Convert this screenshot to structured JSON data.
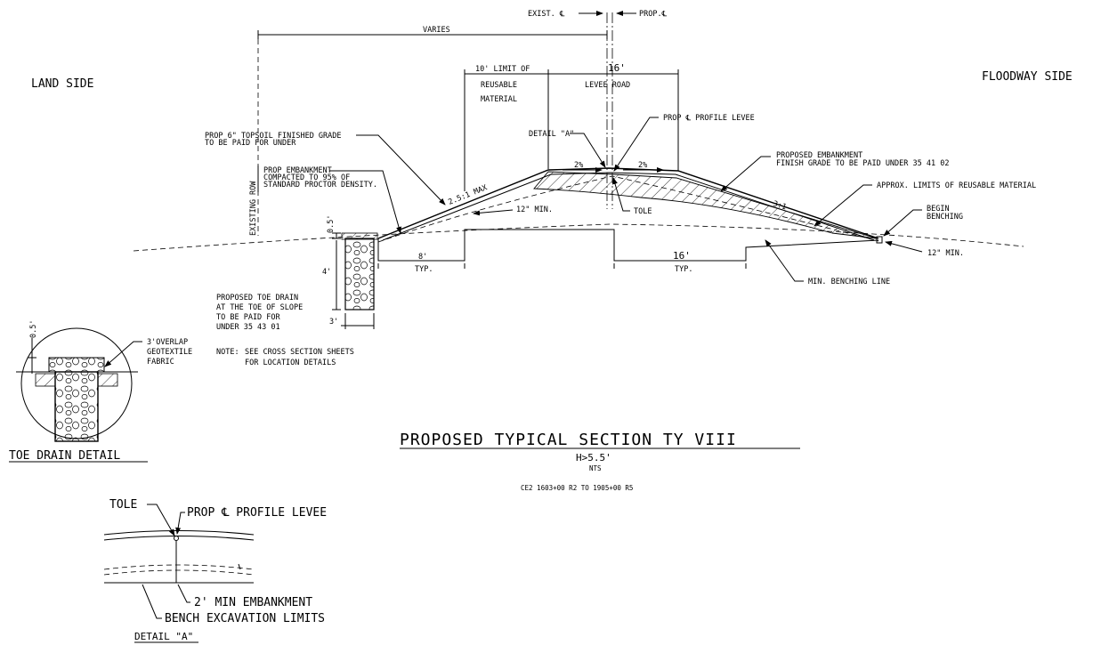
{
  "labels": {
    "land_side": "LAND SIDE",
    "floodway_side": "FLOODWAY SIDE",
    "exist_cl": "EXIST. ℄",
    "prop_cl": "PROP.℄",
    "varies": "VARIES",
    "limit_reusable_1": "10' LIMIT OF",
    "limit_reusable_2": "REUSABLE",
    "limit_reusable_3": "MATERIAL",
    "road_width": "16'",
    "levee_road": "LEVEE ROAD",
    "prop_profile_levee": "PROP ℄ PROFILE LEVEE",
    "detail_a_callout": "DETAIL \"A\"",
    "topsoil_1": "PROP 6\" TOPSOIL FINISHED GRADE",
    "topsoil_2": "TO BE PAID FOR UNDER",
    "embank_1": "PROP EMBANKMENT",
    "embank_2": "COMPACTED TO 95% OF",
    "embank_3": "STANDARD PROCTOR DENSITY.",
    "existing_row": "EXISTING ROW",
    "slope_left": "2.5:1 MAX",
    "slope_pct_left": "2%",
    "slope_pct_right": "2%",
    "slope_right": "3:1",
    "twelve_min_left": "12\" MIN.",
    "tole": "TOLE",
    "prop_embank_right_1": "PROPOSED EMBANKMENT",
    "prop_embank_right_2": "FINISH GRADE TO BE PAID UNDER 35 41 02",
    "approx_limits": "APPROX. LIMITS OF REUSABLE MATERIAL",
    "begin_benching_1": "BEGIN",
    "begin_benching_2": "BENCHING",
    "twelve_min_right": "12\" MIN.",
    "min_benching_line": "MIN. BENCHING LINE",
    "dim_half": "0.5'",
    "dim_four": "4'",
    "dim_eight": "8'",
    "typ_left": "TYP.",
    "dim_sixteen": "16'",
    "typ_right": "TYP.",
    "dim_three": "3'",
    "toe_drain_1": "PROPOSED TOE DRAIN",
    "toe_drain_2": "AT THE TOE OF SLOPE",
    "toe_drain_3": "TO BE PAID FOR",
    "toe_drain_4": "UNDER 35 43 01",
    "note_label": "NOTE:",
    "note_1": "SEE CROSS SECTION SHEETS",
    "note_2": "FOR LOCATION DETAILS",
    "detail_half": "0.5'",
    "overlap_1": "3'OVERLAP",
    "overlap_2": "GEOTEXTILE",
    "overlap_3": "FABRIC",
    "toe_drain_detail": "TOE DRAIN DETAIL",
    "section_title": "PROPOSED TYPICAL SECTION TY VIII",
    "section_h": "H>5.5'",
    "section_nts": "NTS",
    "section_range": "CE2 1603+00 R2 TO 1905+00 R5",
    "da_tole": "TOLE",
    "da_prop_profile": "PROP ℄ PROFILE LEVEE",
    "da_two_min": "2' MIN EMBANKMENT",
    "da_bench": "BENCH EXCAVATION LIMITS",
    "da_title": "DETAIL \"A\""
  },
  "colors": {
    "ink": "#000000",
    "paper": "#ffffff"
  }
}
